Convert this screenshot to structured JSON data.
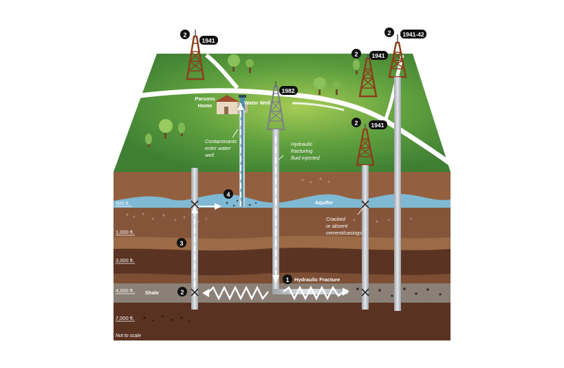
{
  "depths": {
    "d500": "500 ft.",
    "d1000": "1,000 ft.",
    "d3000": "3,000 ft.",
    "d4000": "4,000 ft.",
    "d7000": "7,000 ft."
  },
  "labels": {
    "parsons_home_line1": "Parsons",
    "parsons_home_line2": "Home",
    "water_well": "Water Well",
    "contaminants_line1": "Contaminants",
    "contaminants_line2": "enter water",
    "contaminants_line3": "well",
    "fluid_line1": "Hydraulic",
    "fluid_line2": "fracturing",
    "fluid_line3": "fluid injected",
    "aquifer": "Aquifer",
    "cracked_line1": "Cracked",
    "cracked_line2": "or absent",
    "cracked_line3": "cement/casings",
    "hydraulic_fracture": "Hydraulic Fracture",
    "shale": "Shale",
    "not_to_scale": "Not to scale"
  },
  "markers": {
    "m1": "1",
    "m2a": "2",
    "m2b": "2",
    "m2c": "2",
    "m2d": "2",
    "m2e": "2",
    "m3": "3",
    "m4": "4"
  },
  "years": {
    "y1941_left": "1941",
    "y1941_42": "1941-42",
    "y1941_mid": "1941",
    "y1941_lower": "1941",
    "y1982": "1982"
  },
  "colors": {
    "grass": "#4a8f3a",
    "grass_light": "#8fc04a",
    "soil_top": "#8b5a3c",
    "soil_dark": "#5a3222",
    "aquifer": "#7fb9d4",
    "shale": "#8a8076",
    "derrick": "#8c3e1c",
    "pipe": "#c8ccd0"
  },
  "icons": {
    "derrick": "oil-derrick-icon",
    "rig": "drilling-rig-icon",
    "house": "house-icon",
    "tree": "tree-icon"
  }
}
